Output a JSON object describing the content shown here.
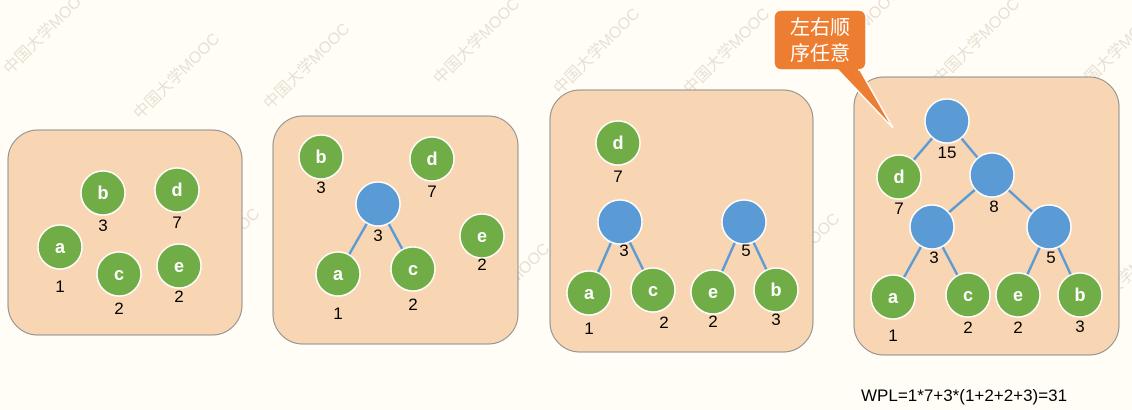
{
  "watermark": "中国大学MOOC",
  "callout_lines": [
    "左右顺",
    "序任意"
  ],
  "formula": "WPL=1*7+3*(1+2+2+3)=31",
  "panels": [
    {
      "nodes": [
        {
          "label": "b",
          "weight": "3"
        },
        {
          "label": "d",
          "weight": "7"
        },
        {
          "label": "a",
          "weight": "1"
        },
        {
          "label": "c",
          "weight": "2"
        },
        {
          "label": "e",
          "weight": "2"
        }
      ]
    },
    {
      "nodes": [
        {
          "label": "b",
          "weight": "3"
        },
        {
          "label": "d",
          "weight": "7"
        },
        {
          "label": "",
          "weight": "3"
        },
        {
          "label": "e",
          "weight": "2"
        },
        {
          "label": "a",
          "weight": "1"
        },
        {
          "label": "c",
          "weight": "2"
        }
      ]
    },
    {
      "nodes": [
        {
          "label": "d",
          "weight": "7"
        },
        {
          "label": "",
          "weight": "3"
        },
        {
          "label": "",
          "weight": "5"
        },
        {
          "label": "a",
          "weight": "1"
        },
        {
          "label": "c",
          "weight": "2"
        },
        {
          "label": "e",
          "weight": "2"
        },
        {
          "label": "b",
          "weight": "3"
        }
      ]
    },
    {
      "nodes": [
        {
          "label": "",
          "weight": "15"
        },
        {
          "label": "d",
          "weight": "7"
        },
        {
          "label": "",
          "weight": "8"
        },
        {
          "label": "",
          "weight": "3"
        },
        {
          "label": "",
          "weight": "5"
        },
        {
          "label": "a",
          "weight": "1"
        },
        {
          "label": "c",
          "weight": "2"
        },
        {
          "label": "e",
          "weight": "2"
        },
        {
          "label": "b",
          "weight": "3"
        }
      ]
    }
  ]
}
